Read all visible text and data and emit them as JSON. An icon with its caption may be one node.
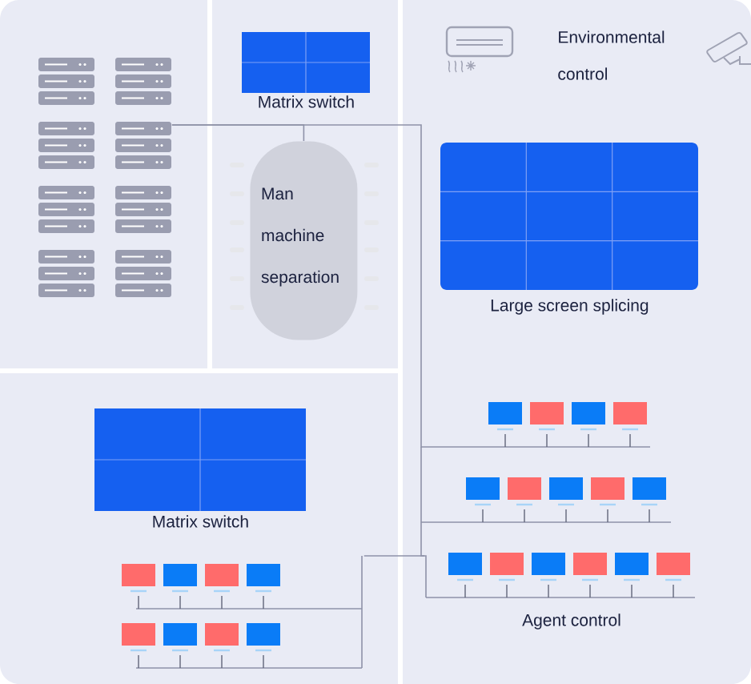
{
  "diagram": {
    "nodes": [
      {
        "text": [],
        "shape": "server"
      },
      {
        "text": [
          "Matrix switch"
        ]
      },
      {
        "text": [
          "Man machine separation"
        ]
      },
      {
        "text": [
          "Environmental control"
        ]
      },
      {
        "text": [
          "Large screen splicing"
        ]
      },
      {
        "text": [
          "Matrix switch"
        ]
      },
      {
        "text": [
          "Agent control"
        ]
      },
      {
        "text": [],
        "shape": "monitor"
      }
    ],
    "edges": [
      {
        "from": 0,
        "to": 2,
        "arrow": "none"
      },
      {
        "from": 0,
        "to": 6,
        "arrow": "none"
      },
      {
        "from": 7,
        "to": 6,
        "arrow": "none"
      }
    ]
  }
}
